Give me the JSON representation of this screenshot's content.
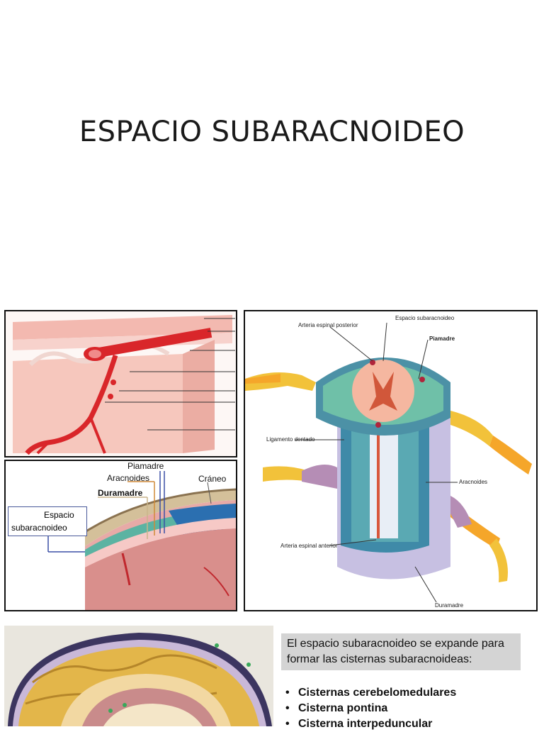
{
  "slide": {
    "title": "ESPACIO SUBARACNOIDEO"
  },
  "meninges_diagram": {
    "labels": {
      "piamadre": "Piamadre",
      "aracnoides": "Aracnoides",
      "duramadre": "Duramadre",
      "craneo": "Cráneo",
      "espacio": "Espacio",
      "subaracnoideo": "subaracnoideo"
    }
  },
  "spinal_diagram": {
    "labels": {
      "espacio_subaracnoideo": "Espacio subaracnoideo",
      "arteria_espinal_posterior": "Arteria espinal posterior",
      "piamadre": "Piamadre",
      "ligamento_dentado": "Ligamento dentado",
      "aracnoides": "Aracnoides",
      "arteria_espinal_anterior": "Arteria espinal anterior",
      "duramadre": "Duramadre"
    }
  },
  "info_box": {
    "text": "El espacio subaracnoideo se expande para formar las cisternas subaracnoideas:"
  },
  "cisternas": [
    "Cisternas cerebelomedulares",
    "Cisterna pontina",
    "Cisterna interpeduncular"
  ]
}
